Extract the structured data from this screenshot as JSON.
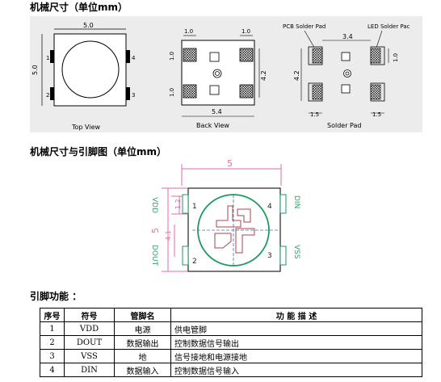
{
  "headings": {
    "mech": "机械尺寸（单位mm）",
    "pinmap": "机械尺寸与引脚图（单位mm）",
    "function": "引脚功能 ："
  },
  "top_view": {
    "width": "5.0",
    "height": "5.0",
    "pins": [
      "1",
      "4",
      "2",
      "3"
    ],
    "caption": "Top View"
  },
  "back_view": {
    "pad_w_top": "1.0",
    "pad_w_right": "1.0",
    "pad_h_top": "1.0",
    "pad_h_bottom": "1.0",
    "height": "4.2",
    "width": "5.4",
    "caption": "Back View"
  },
  "solder_pad": {
    "pcb_label": "PCB Solder Pad",
    "led_label": "LED Solder Pac",
    "gap": "3.4",
    "pad_h": "1.0",
    "height": "4.2",
    "left_w": "1.5",
    "right_w": "1.5",
    "caption": "Solder Pad"
  },
  "pin_diagram": {
    "width": "5",
    "height": "5",
    "pad": "1.2",
    "spacing": "4.1",
    "pins": [
      "1",
      "4",
      "2",
      "3"
    ],
    "vdd": "VDD",
    "din": "DIN",
    "dout": "DOUT",
    "vss": "VSS"
  },
  "pin_table": {
    "headers": [
      "序号",
      "符号",
      "管脚名",
      "功 能 描 述"
    ],
    "rows": [
      [
        "1",
        "VDD",
        "电源",
        "供电管脚"
      ],
      [
        "2",
        "DOUT",
        "数据输出",
        "控制数据信号输出"
      ],
      [
        "3",
        "VSS",
        "地",
        "信号接地和电源接地"
      ],
      [
        "4",
        "DIN",
        "数据输入",
        "控制数据信号输入"
      ]
    ]
  }
}
